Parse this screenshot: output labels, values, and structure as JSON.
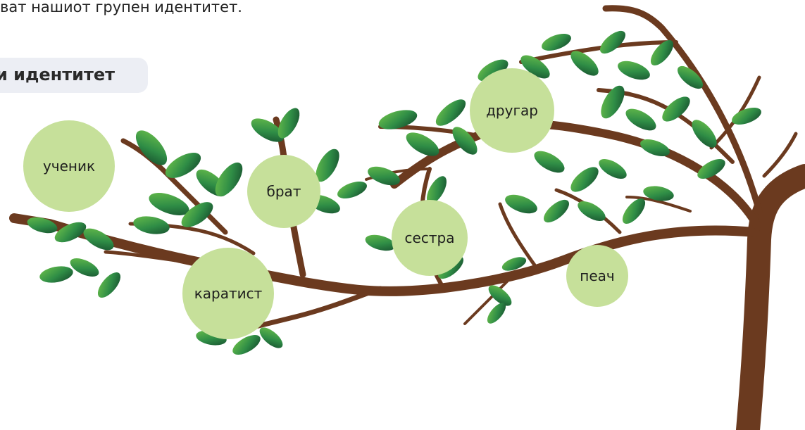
{
  "intro_text": "ват нашиот групен идентитет.",
  "section_tab": "и идентитет",
  "bubbles": {
    "student": "ученик",
    "brother": "брат",
    "friend": "другар",
    "sister": "сестра",
    "karateka": "каратист",
    "singer": "пеач"
  },
  "colors": {
    "trunk": "#6b3a1f",
    "leaf_dark": "#1e5a34",
    "leaf_light": "#5fb24a",
    "bubble": "#c6e09a"
  }
}
